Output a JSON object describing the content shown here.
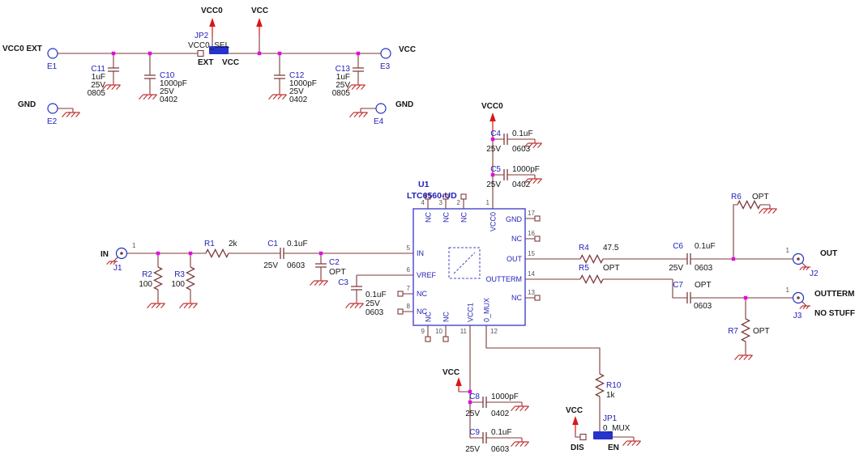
{
  "nets": {
    "vcc0": "VCC0",
    "vcc": "VCC",
    "gnd": "GND",
    "vcc0_ext": "VCC0 EXT",
    "in": "IN",
    "out": "OUT",
    "outterm": "OUTTERM",
    "no_stuff": "NO STUFF"
  },
  "jumpers": {
    "jp2": {
      "ref": "JP2",
      "name": "VCC0_SEL",
      "left": "EXT",
      "right": "VCC"
    },
    "jp1": {
      "ref": "JP1",
      "name": "0_MUX",
      "left": "DIS",
      "right": "EN"
    }
  },
  "connectors": {
    "e1": {
      "ref": "E1"
    },
    "e2": {
      "ref": "E2"
    },
    "e3": {
      "ref": "E3"
    },
    "e4": {
      "ref": "E4"
    },
    "j1": {
      "ref": "J1",
      "pin": "1"
    },
    "j2": {
      "ref": "J2",
      "pin": "1"
    },
    "j3": {
      "ref": "J3",
      "pin": "1"
    }
  },
  "ic": {
    "ref": "U1",
    "part": "LTC6560-UD",
    "pins": {
      "1": {
        "num": "1",
        "name": "VCC0"
      },
      "2": {
        "num": "2",
        "name": "NC"
      },
      "3": {
        "num": "3",
        "name": "NC"
      },
      "4": {
        "num": "4",
        "name": "NC"
      },
      "5": {
        "num": "5",
        "name": "IN"
      },
      "6": {
        "num": "6",
        "name": "VREF"
      },
      "7": {
        "num": "7",
        "name": "NC"
      },
      "8": {
        "num": "8",
        "name": "NC"
      },
      "9": {
        "num": "9",
        "name": "NC"
      },
      "10": {
        "num": "10",
        "name": "NC"
      },
      "11": {
        "num": "11",
        "name": "VCC1"
      },
      "12": {
        "num": "12",
        "name": "0_MUX"
      },
      "13": {
        "num": "13",
        "name": "NC"
      },
      "14": {
        "num": "14",
        "name": "OUTTERM"
      },
      "15": {
        "num": "15",
        "name": "OUT"
      },
      "16": {
        "num": "16",
        "name": "NC"
      },
      "17": {
        "num": "17",
        "name": "GND"
      }
    }
  },
  "resistors": {
    "r1": {
      "ref": "R1",
      "value": "2k"
    },
    "r2": {
      "ref": "R2",
      "value": "100"
    },
    "r3": {
      "ref": "R3",
      "value": "100"
    },
    "r4": {
      "ref": "R4",
      "value": "47.5"
    },
    "r5": {
      "ref": "R5",
      "value": "OPT"
    },
    "r6": {
      "ref": "R6",
      "value": "OPT"
    },
    "r7": {
      "ref": "R7",
      "value": "OPT"
    },
    "r10": {
      "ref": "R10",
      "value": "1k"
    }
  },
  "capacitors": {
    "c1": {
      "ref": "C1",
      "value": "0.1uF",
      "voltage": "25V",
      "package": "0603"
    },
    "c2": {
      "ref": "C2",
      "value": "OPT"
    },
    "c3": {
      "ref": "C3",
      "value": "0.1uF",
      "voltage": "25V",
      "package": "0603"
    },
    "c4": {
      "ref": "C4",
      "value": "0.1uF",
      "voltage": "25V",
      "package": "0603"
    },
    "c5": {
      "ref": "C5",
      "value": "1000pF",
      "voltage": "25V",
      "package": "0402"
    },
    "c6": {
      "ref": "C6",
      "value": "0.1uF",
      "voltage": "25V",
      "package": "0603"
    },
    "c7": {
      "ref": "C7",
      "value": "OPT",
      "package": "0603"
    },
    "c8": {
      "ref": "C8",
      "value": "1000pF",
      "voltage": "25V",
      "package": "0402"
    },
    "c9": {
      "ref": "C9",
      "value": "0.1uF",
      "voltage": "25V",
      "package": "0603"
    },
    "c10": {
      "ref": "C10",
      "value": "1000pF",
      "voltage": "25V",
      "package": "0402"
    },
    "c11": {
      "ref": "C11",
      "value": "1uF",
      "voltage": "25V",
      "package": "0805"
    },
    "c12": {
      "ref": "C12",
      "value": "1000pF",
      "voltage": "25V",
      "package": "0402"
    },
    "c13": {
      "ref": "C13",
      "value": "1uF",
      "voltage": "25V",
      "package": "0805"
    }
  },
  "colors": {
    "wire": "#7d3a3a",
    "designator_blue": "#2222bb",
    "junction": "#e607e6",
    "power_red": "#d81616",
    "shunt_blue": "#2633cc"
  }
}
